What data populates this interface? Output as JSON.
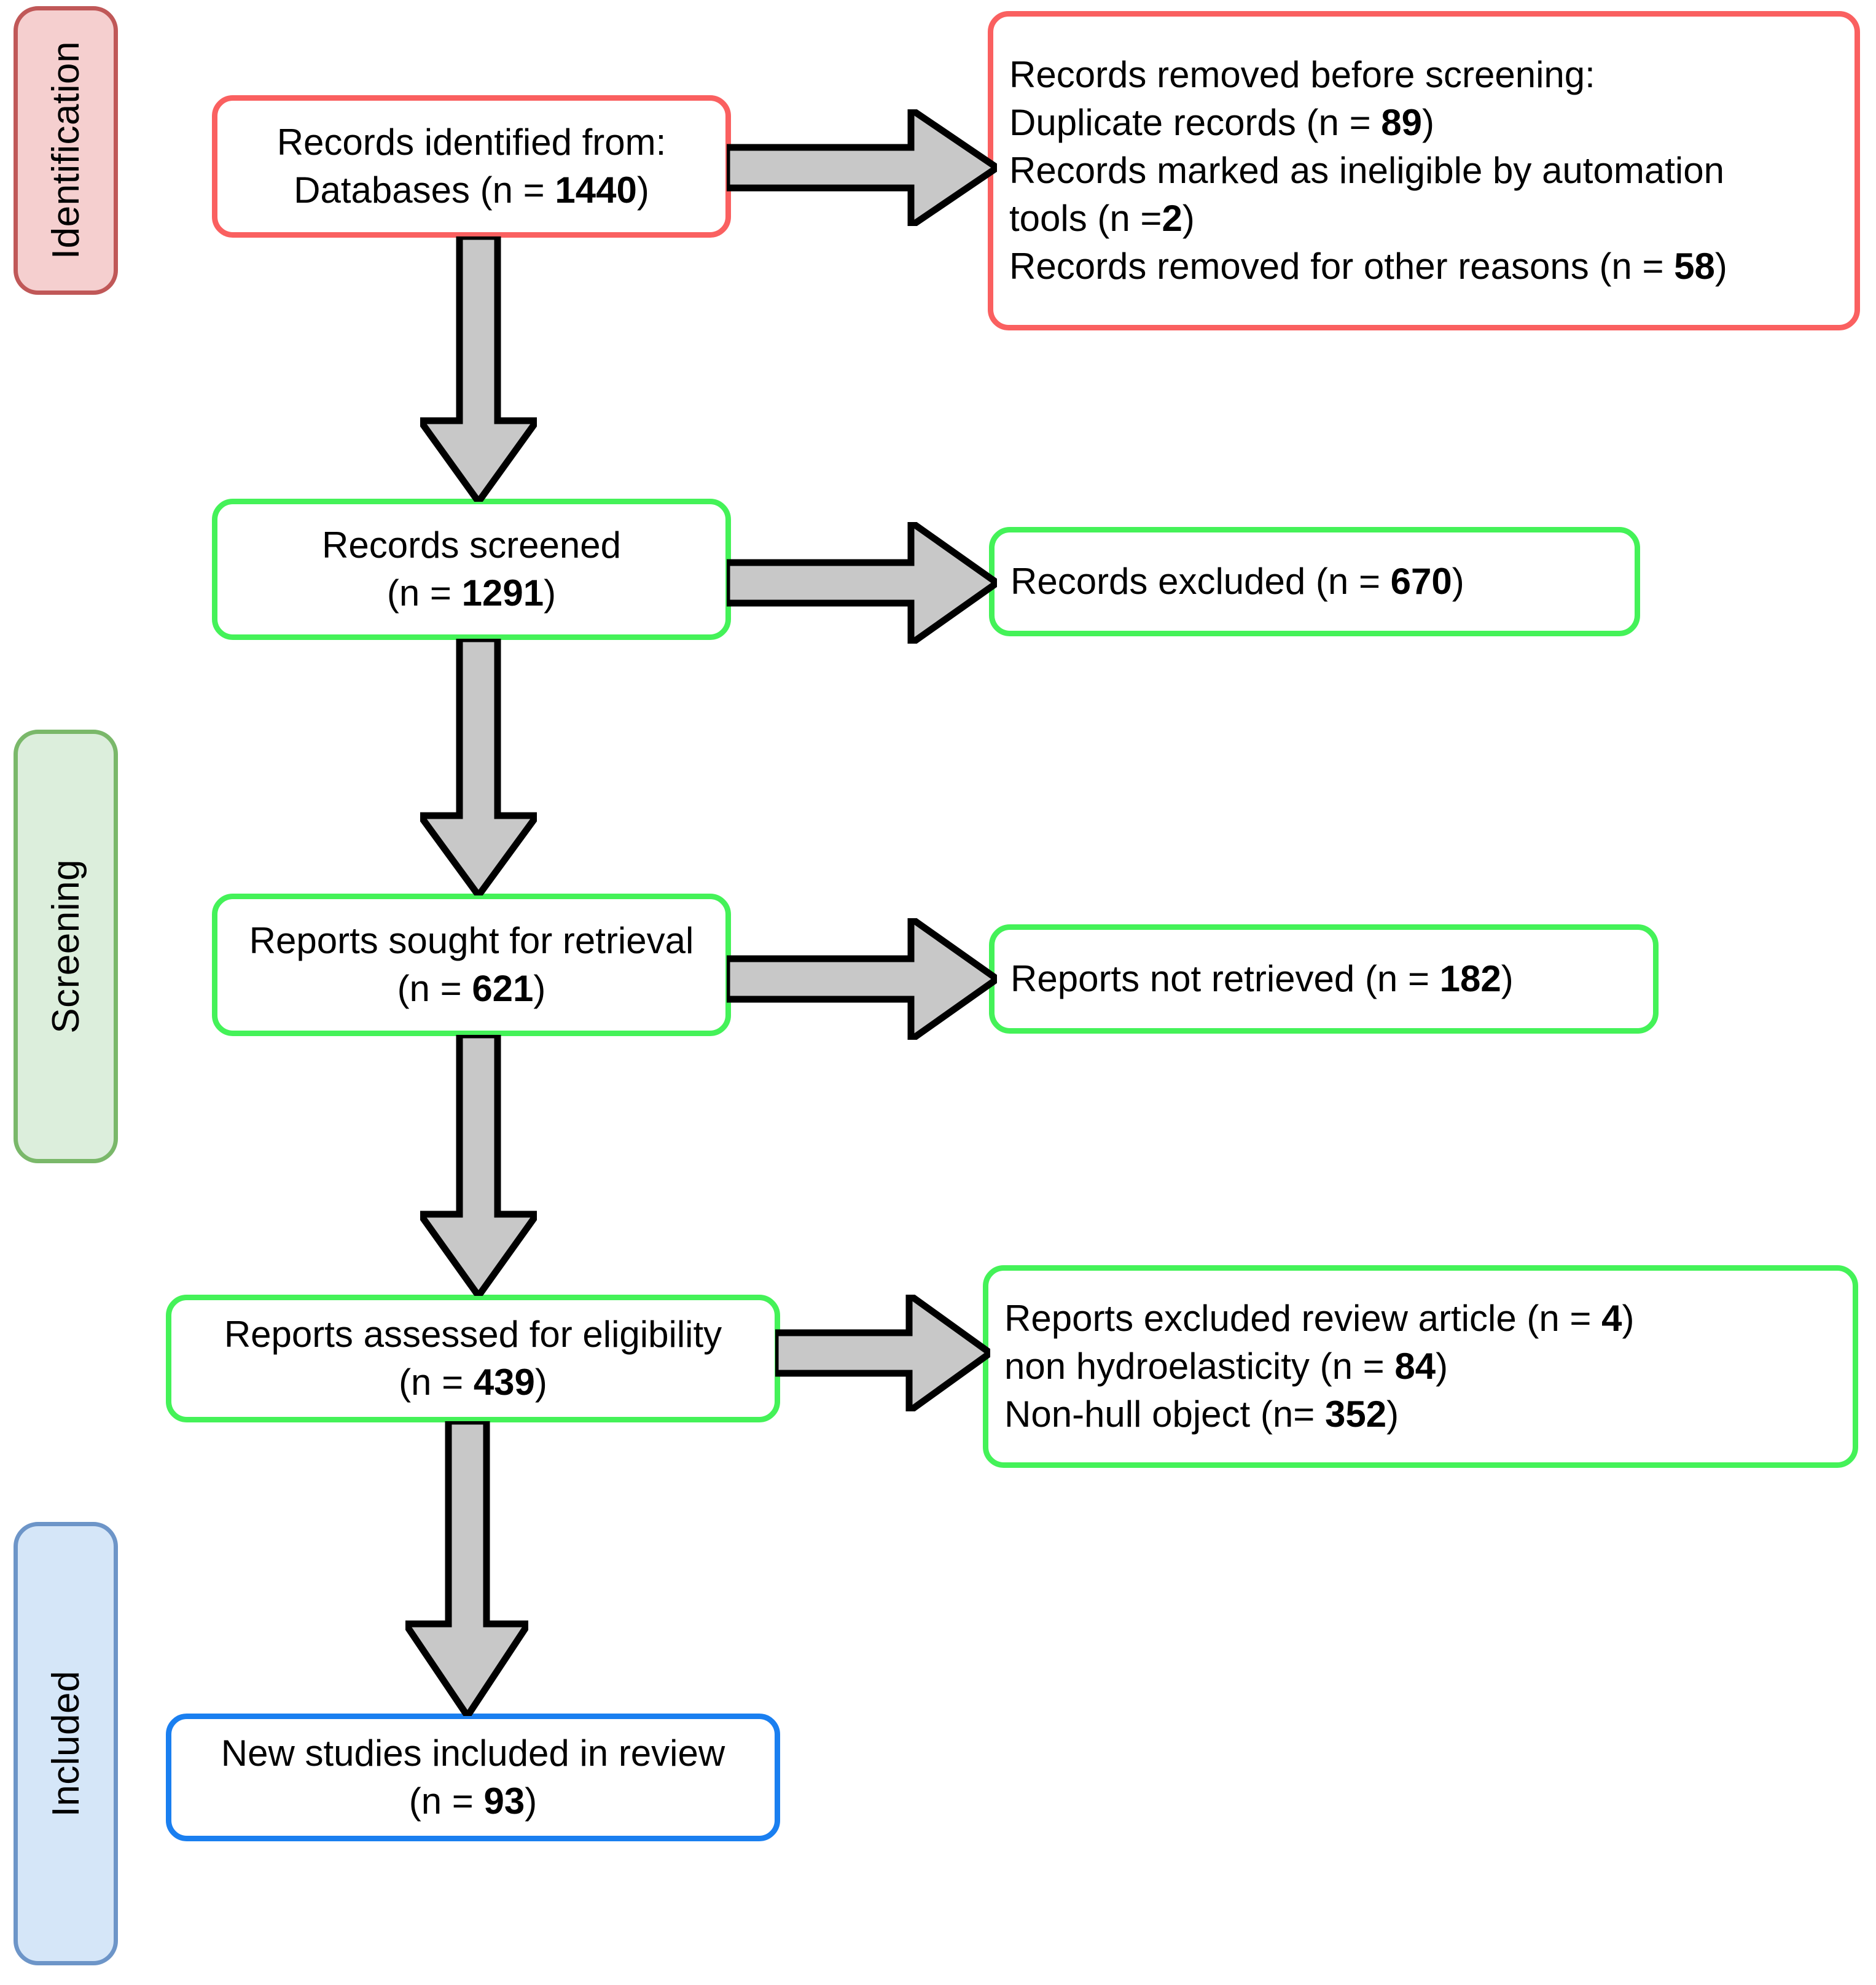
{
  "diagram": {
    "title": "PRISMA 2020 flow diagram",
    "colors": {
      "identification_band_fill": "#f5cfcf",
      "identification_band_border": "#c05858",
      "screening_band_fill": "#dceedc",
      "screening_band_border": "#7ab86a",
      "included_band_fill": "#d5e6f8",
      "included_band_border": "#6d95c8",
      "box_border_red": "#fa6060",
      "box_border_green": "#44f258",
      "box_border_blue": "#1a7ff0",
      "arrow_fill": "#c8c8c8",
      "arrow_stroke": "#000000"
    }
  },
  "bands": {
    "identification": "Identification",
    "screening": "Screening",
    "included": "Included"
  },
  "boxes": {
    "identified": {
      "line1": "Records identified from:",
      "line2_prefix": "Databases (n = ",
      "line2_value": "1440",
      "line2_suffix": ")"
    },
    "removed": {
      "line1": "Records removed before screening:",
      "line2_prefix": "Duplicate records (n = ",
      "line2_value": "89",
      "line2_suffix": ")",
      "line3": "Records marked as ineligible by automation",
      "line4_prefix": "tools (n =",
      "line4_value": "2",
      "line4_suffix": ")",
      "line5_prefix": "Records removed for other reasons (n = ",
      "line5_value": "58",
      "line5_suffix": ")"
    },
    "screened": {
      "line1": "Records screened",
      "line2_prefix": "(n = ",
      "line2_value": "1291",
      "line2_suffix": ")"
    },
    "excluded": {
      "line1_prefix": "Records excluded (n = ",
      "line1_value": "670",
      "line1_suffix": ")"
    },
    "sought": {
      "line1": "Reports sought for retrieval",
      "line2_prefix": "(n = ",
      "line2_value": "621",
      "line2_suffix": ")"
    },
    "not_retrieved": {
      "line1_prefix": "Reports not retrieved (n = ",
      "line1_value": "182",
      "line1_suffix": ")"
    },
    "assessed": {
      "line1": "Reports assessed for eligibility",
      "line2_prefix": "(n = ",
      "line2_value": "439",
      "line2_suffix": ")"
    },
    "reports_excluded": {
      "line1_prefix": "Reports excluded review article  (n = ",
      "line1_value": "4",
      "line1_suffix": ")",
      "line2_prefix": "non hydroelasticity (n = ",
      "line2_value": "84",
      "line2_suffix": ")",
      "line3_prefix": "Non-hull object (n= ",
      "line3_value": "352",
      "line3_suffix": ")"
    },
    "included": {
      "line1": "New studies included in review",
      "line2_prefix": "(n = ",
      "line2_value": "93",
      "line2_suffix": ")"
    }
  },
  "chart_data": {
    "type": "diagram",
    "title": "PRISMA 2020 flow diagram",
    "stages": [
      "Identification",
      "Screening",
      "Included"
    ],
    "nodes": [
      {
        "id": "identified",
        "stage": "Identification",
        "label": "Records identified from: Databases",
        "n": 1440
      },
      {
        "id": "removed",
        "stage": "Identification",
        "label": "Records removed before screening",
        "items": [
          {
            "label": "Duplicate records",
            "n": 89
          },
          {
            "label": "Records marked as ineligible by automation tools",
            "n": 2
          },
          {
            "label": "Records removed for other reasons",
            "n": 58
          }
        ]
      },
      {
        "id": "screened",
        "stage": "Screening",
        "label": "Records screened",
        "n": 1291
      },
      {
        "id": "excluded",
        "stage": "Screening",
        "label": "Records excluded",
        "n": 670
      },
      {
        "id": "sought",
        "stage": "Screening",
        "label": "Reports sought for retrieval",
        "n": 621
      },
      {
        "id": "not_retrieved",
        "stage": "Screening",
        "label": "Reports not retrieved",
        "n": 182
      },
      {
        "id": "assessed",
        "stage": "Screening",
        "label": "Reports assessed for eligibility",
        "n": 439
      },
      {
        "id": "reports_excluded",
        "stage": "Screening",
        "label": "Reports excluded",
        "items": [
          {
            "label": "review article",
            "n": 4
          },
          {
            "label": "non hydroelasticity",
            "n": 84
          },
          {
            "label": "Non-hull object",
            "n": 352
          }
        ]
      },
      {
        "id": "included",
        "stage": "Included",
        "label": "New studies included in review",
        "n": 93
      }
    ],
    "edges": [
      {
        "from": "identified",
        "to": "removed",
        "direction": "right"
      },
      {
        "from": "identified",
        "to": "screened",
        "direction": "down"
      },
      {
        "from": "screened",
        "to": "excluded",
        "direction": "right"
      },
      {
        "from": "screened",
        "to": "sought",
        "direction": "down"
      },
      {
        "from": "sought",
        "to": "not_retrieved",
        "direction": "right"
      },
      {
        "from": "sought",
        "to": "assessed",
        "direction": "down"
      },
      {
        "from": "assessed",
        "to": "reports_excluded",
        "direction": "right"
      },
      {
        "from": "assessed",
        "to": "included",
        "direction": "down"
      }
    ]
  }
}
